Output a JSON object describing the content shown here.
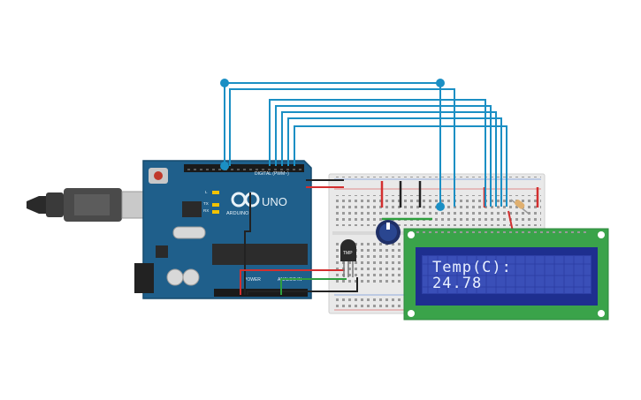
{
  "board": {
    "logo_text": "ARDUINO",
    "model": "UNO",
    "digital_header_label": "DIGITAL (PWM~)",
    "power_label": "POWER",
    "analog_label": "ANALOG IN",
    "tx_label": "TX",
    "rx_label": "RX",
    "l_label": "L"
  },
  "sensor": {
    "label": "TMP"
  },
  "lcd": {
    "line1": "Temp(C):",
    "line2": "24.78"
  },
  "colors": {
    "board": "#1f5f8b",
    "wire_signal": "#1b8fc4",
    "wire_power": "#d32f2f",
    "wire_ground": "#222222",
    "wire_sensor": "#2e9e3e",
    "lcd_bezel": "#3aa34a",
    "lcd_screen": "#2d3fa6"
  }
}
